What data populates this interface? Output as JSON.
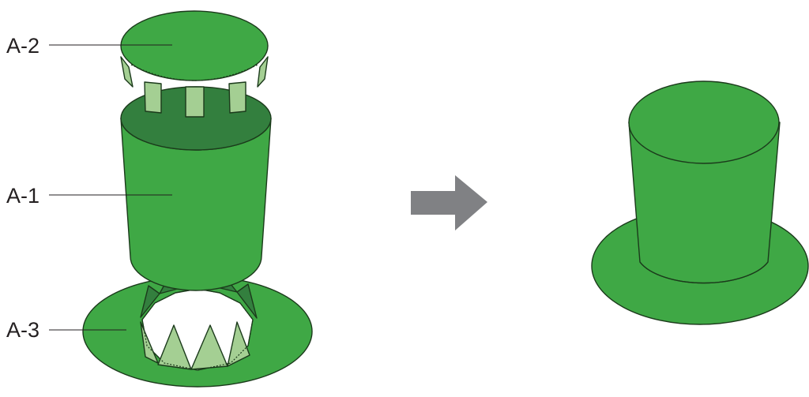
{
  "labels": {
    "top": "A-2",
    "body": "A-1",
    "brim": "A-3"
  },
  "colors": {
    "green": "#3fa845",
    "dark_green": "#337f3e",
    "light_green": "#a4cf93",
    "outline": "#1b3a1b",
    "arrow": "#808184"
  }
}
